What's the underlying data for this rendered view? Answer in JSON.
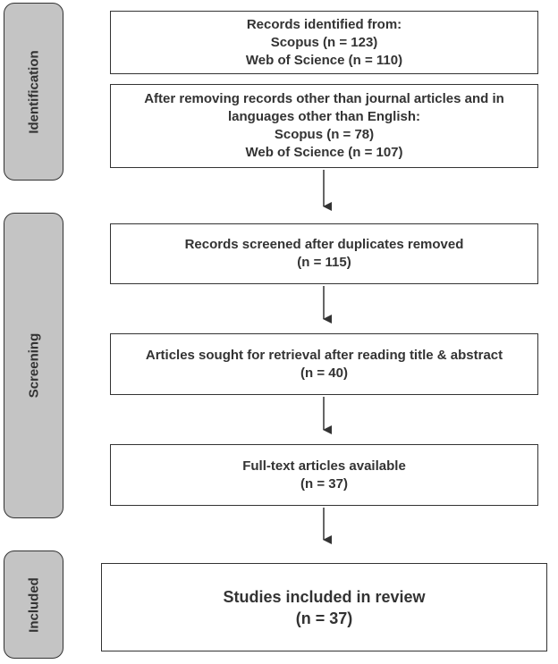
{
  "phases": [
    {
      "id": "identification",
      "label": "Identification"
    },
    {
      "id": "screening",
      "label": "Screening"
    },
    {
      "id": "included",
      "label": "Included"
    }
  ],
  "boxes": {
    "records_identified": {
      "lines": [
        "Records identified from:",
        "Scopus (n = 123)",
        "Web of Science (n = 110)"
      ]
    },
    "after_removing": {
      "lines": [
        "After removing records other than journal articles and in",
        "languages other than English:",
        "Scopus (n = 78)",
        "Web of Science (n = 107)"
      ]
    },
    "records_screened": {
      "lines": [
        "Records screened after duplicates removed",
        "(n = 115)"
      ]
    },
    "articles_sought": {
      "lines": [
        "Articles sought for retrieval after reading title & abstract",
        "(n = 40)"
      ]
    },
    "fulltext_available": {
      "lines": [
        "Full-text articles available",
        "(n = 37)"
      ]
    },
    "studies_included": {
      "lines": [
        "Studies included in review",
        "(n = 37)"
      ]
    }
  },
  "colors": {
    "phase_fill": "#c4c4c4",
    "stroke": "#333333",
    "text": "#333333"
  }
}
